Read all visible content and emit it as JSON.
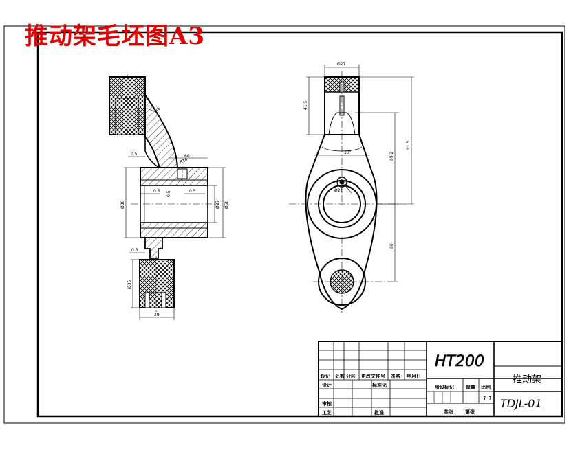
{
  "drawing_title": "推动架毛坯图A3",
  "title_block": {
    "material": "HT200",
    "part_name": "推动架",
    "drawing_no": "TDJL-01",
    "scale_value": "1:1",
    "headers": {
      "mark": "标记",
      "count": "处数",
      "zone": "分区",
      "change_doc": "更改文件号",
      "signature": "签名",
      "date": "年月日",
      "design": "设计",
      "standardize": "标准化",
      "stage_mark": "阶段标记",
      "weight": "重量",
      "scale": "比例",
      "review": "审核",
      "process": "工艺",
      "approve": "批准",
      "total_sheets": "共张",
      "sheet_no": "第张"
    }
  },
  "dimensions": {
    "section_view": [
      "R6",
      "60",
      "0.5",
      "R10",
      "0.5",
      "0.5",
      "0.5",
      "Ø36",
      "Ø27",
      "Ø50",
      "0.5",
      "Ø35",
      "29"
    ],
    "front_view": [
      "Ø27",
      "41.5",
      "91.5",
      "69.2",
      "30°",
      "Ø21",
      "60"
    ]
  },
  "colors": {
    "line": "#000000",
    "title": "#e00000",
    "hatch": "#000000"
  }
}
